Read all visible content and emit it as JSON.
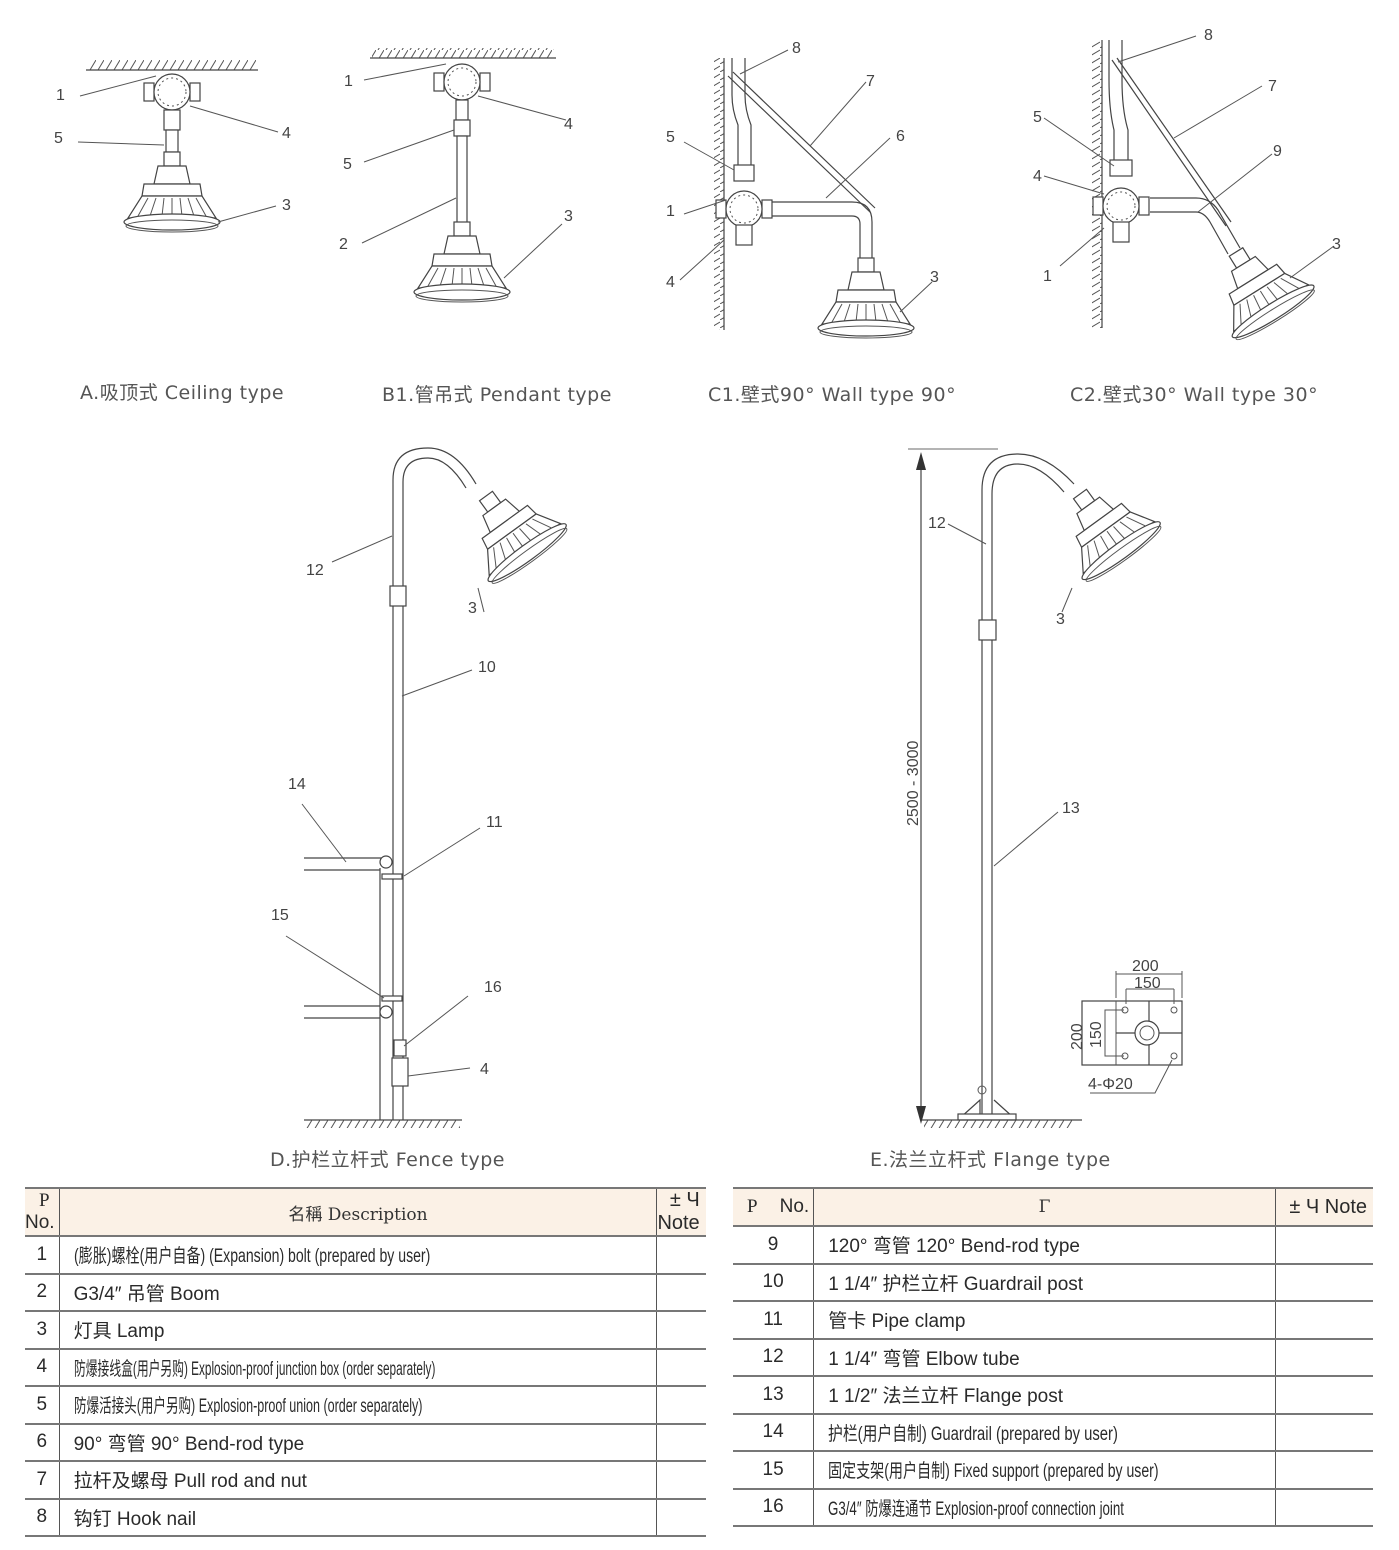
{
  "diagrams": {
    "ceiling": {
      "caption": "A.吸顶式  Ceiling type",
      "labels": [
        "1",
        "5",
        "4",
        "3"
      ]
    },
    "pendant": {
      "caption": "B1.管吊式  Pendant type",
      "labels": [
        "1",
        "5",
        "2",
        "4",
        "3"
      ]
    },
    "wall90": {
      "caption": "C1.壁式90°    Wall type  90°",
      "labels": [
        "8",
        "7",
        "6",
        "5",
        "1",
        "4",
        "3"
      ]
    },
    "wall30": {
      "caption": "C2.壁式30°    Wall type  30°",
      "labels": [
        "8",
        "7",
        "5",
        "9",
        "4",
        "1",
        "3"
      ]
    },
    "fence": {
      "caption": "D.护栏立杆式  Fence type",
      "labels": [
        "12",
        "3",
        "10",
        "14",
        "11",
        "15",
        "16",
        "4"
      ]
    },
    "flange": {
      "caption": "E.法兰立杆式  Flange type",
      "labels": [
        "12",
        "3",
        "13"
      ],
      "height_dim": "2500 - 3000",
      "plate": {
        "outer_w": "200",
        "inner_w": "150",
        "outer_h": "200",
        "inner_h": "150",
        "holes": "4-Φ20"
      }
    }
  },
  "tables": {
    "left": {
      "header": {
        "p": "P",
        "no": "No.",
        "desc": "名稱 Description",
        "note": "± Ч  Note"
      },
      "rows": [
        {
          "no": "1",
          "desc": "(膨胀)螺栓(用户自备)  (Expansion) bolt (prepared by user)",
          "note": ""
        },
        {
          "no": "2",
          "desc": "G3/4″  吊管  Boom",
          "note": ""
        },
        {
          "no": "3",
          "desc": "灯具  Lamp",
          "note": ""
        },
        {
          "no": "4",
          "desc": "防爆接线盒(用户另购)  Explosion-proof junction box (order separately)",
          "note": ""
        },
        {
          "no": "5",
          "desc": "防爆活接头(用户另购)  Explosion-proof union (order separately)",
          "note": ""
        },
        {
          "no": "6",
          "desc": "90°  弯管  90°  Bend-rod type",
          "note": ""
        },
        {
          "no": "7",
          "desc": "拉杆及螺母  Pull rod and nut",
          "note": ""
        },
        {
          "no": "8",
          "desc": "钩钉  Hook nail",
          "note": ""
        }
      ]
    },
    "right": {
      "header": {
        "p": "P",
        "no": "No.",
        "desc": "Γ",
        "note": "± Ч  Note"
      },
      "rows": [
        {
          "no": "9",
          "desc": "120°  弯管  120°  Bend-rod type",
          "note": ""
        },
        {
          "no": "10",
          "desc": "1 1/4″  护栏立杆  Guardrail post",
          "note": ""
        },
        {
          "no": "11",
          "desc": "管卡  Pipe clamp",
          "note": ""
        },
        {
          "no": "12",
          "desc": "1 1/4″  弯管  Elbow tube",
          "note": ""
        },
        {
          "no": "13",
          "desc": "1 1/2″  法兰立杆  Flange post",
          "note": ""
        },
        {
          "no": "14",
          "desc": "护栏(用户自制)  Guardrail (prepared by user)",
          "note": ""
        },
        {
          "no": "15",
          "desc": "固定支架(用户自制)  Fixed support (prepared by user)",
          "note": ""
        },
        {
          "no": "16",
          "desc": "G3/4″  防爆连通节  Explosion-proof connection joint",
          "note": ""
        }
      ]
    }
  }
}
